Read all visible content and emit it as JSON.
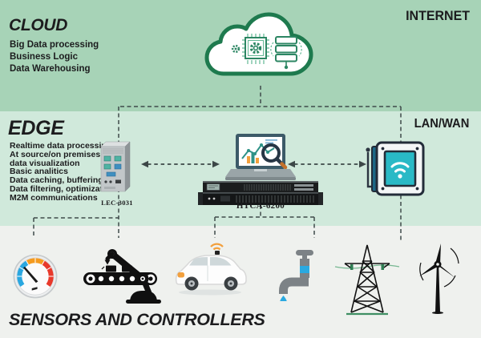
{
  "colors": {
    "band_cloud": "#a7d3b7",
    "band_edge": "#d0e9db",
    "band_sensors": "#eff1ee",
    "cloud_outline": "#1e7a4e",
    "cloud_detail": "#2c8663",
    "cloud_detail_light": "#62b894",
    "teal_accent": "#29b9c6",
    "dashed_line": "#3f4a4a",
    "text": "#1c1c1e",
    "gauge_blue": "#2aa7e0",
    "gauge_orange": "#f59b20",
    "gauge_red": "#e8392b",
    "wire_green": "#76b791"
  },
  "diagram": {
    "cloud_layer": {
      "title": "CLOUD",
      "items": [
        "Big Data processing",
        "Business Logic",
        "Data Warehousing"
      ],
      "network_label": "INTERNET",
      "cloud_icon": "cloud-with-cpu-and-server"
    },
    "edge_layer": {
      "title": "EDGE",
      "items": [
        "Realtime data processing",
        "At source/on premises",
        "data visualization",
        "Basic analitics",
        "Data caching, buffering",
        "Data filtering, optimization",
        "M2M communications"
      ],
      "network_label": "LAN/WAN",
      "devices": [
        {
          "name": "LEC-3031",
          "icon": "industrial-box-pc"
        },
        {
          "name": "HTCA-6200",
          "icon": "rack-server-with-analytics-laptop"
        },
        {
          "name": "",
          "icon": "wireless-hmi-panel"
        }
      ]
    },
    "sensors_layer": {
      "title": "SENSORS AND CONTROLLERS",
      "icons": [
        "gauge",
        "robotic-arm-conveyor",
        "connected-car",
        "water-faucet",
        "power-transmission-tower",
        "wind-turbine"
      ]
    }
  }
}
